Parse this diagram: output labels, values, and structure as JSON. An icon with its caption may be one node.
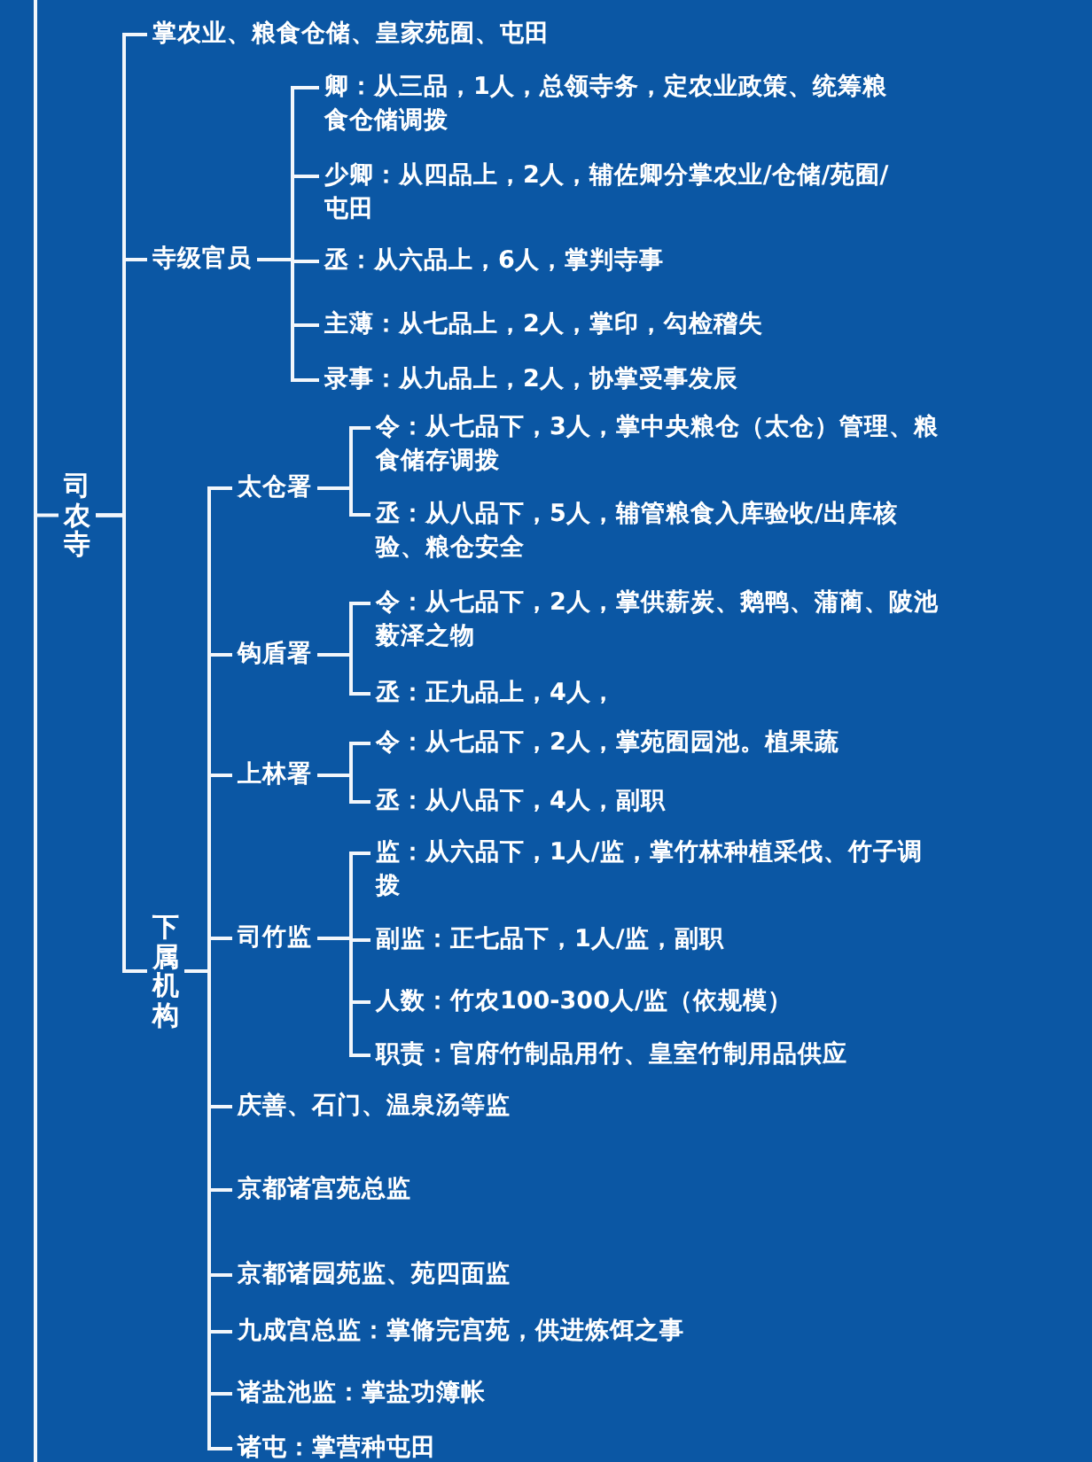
{
  "diagram": {
    "nodes": [
      {
        "text": [
          "司农寺"
        ]
      },
      {
        "text": [
          "掌农业、粮食仓储、皇家苑囿、屯田"
        ]
      },
      {
        "text": [
          "寺级官员"
        ]
      },
      {
        "text": [
          "卿：从三品，1人，总领寺务，定农业政策、统筹粮食仓储调拨"
        ]
      },
      {
        "text": [
          "少卿：从四品上，2人，辅佐卿分掌农业/仓储/苑囿/屯田"
        ]
      },
      {
        "text": [
          "丞：从六品上，6人，掌判寺事"
        ]
      },
      {
        "text": [
          "主薄：从七品上，2人，掌印，勾检稽失"
        ]
      },
      {
        "text": [
          "录事：从九品上，2人，协掌受事发辰"
        ]
      },
      {
        "text": [
          "下属机构"
        ]
      },
      {
        "text": [
          "太仓署"
        ]
      },
      {
        "text": [
          "令：从七品下，3人，掌中央粮仓（太仓）管理、粮食储存调拨"
        ]
      },
      {
        "text": [
          "丞：从八品下，5人，辅管粮食入库验收/出库核验、粮仓安全"
        ]
      },
      {
        "text": [
          "钩盾署"
        ]
      },
      {
        "text": [
          "令：从七品下，2人，掌供薪炭、鹅鸭、蒲蔺、陂池薮泽之物"
        ]
      },
      {
        "text": [
          "丞：正九品上，4人，"
        ]
      },
      {
        "text": [
          "上林署"
        ]
      },
      {
        "text": [
          "令：从七品下，2人，掌苑囿园池。植果蔬"
        ]
      },
      {
        "text": [
          "丞：从八品下，4人，副职"
        ]
      },
      {
        "text": [
          "司竹监"
        ]
      },
      {
        "text": [
          "监：从六品下，1人/监，掌竹林种植采伐、竹子调拨"
        ]
      },
      {
        "text": [
          "副监：正七品下，1人/监，副职"
        ]
      },
      {
        "text": [
          "人数：竹农100-300人/监（依规模）"
        ]
      },
      {
        "text": [
          "职责：官府竹制品用竹、皇室竹制用品供应"
        ]
      },
      {
        "text": [
          "庆善、石门、温泉汤等监"
        ]
      },
      {
        "text": [
          "京都诸宫苑总监"
        ]
      },
      {
        "text": [
          "京都诸园苑监、苑四面监"
        ]
      },
      {
        "text": [
          "九成宫总监：掌脩完宫苑，供进炼饵之事"
        ]
      },
      {
        "text": [
          "诸盐池监：掌盐功簿帐"
        ]
      },
      {
        "text": [
          "诸屯：掌营种屯田"
        ]
      }
    ],
    "edges": [
      {
        "from": null,
        "to": 0,
        "arrow": "none"
      },
      {
        "from": 0,
        "to": 1,
        "arrow": "none"
      },
      {
        "from": 0,
        "to": 2,
        "arrow": "none"
      },
      {
        "from": 0,
        "to": 8,
        "arrow": "none"
      },
      {
        "from": 2,
        "to": 3,
        "arrow": "none"
      },
      {
        "from": 2,
        "to": 4,
        "arrow": "none"
      },
      {
        "from": 2,
        "to": 5,
        "arrow": "none"
      },
      {
        "from": 2,
        "to": 6,
        "arrow": "none"
      },
      {
        "from": 2,
        "to": 7,
        "arrow": "none"
      },
      {
        "from": 8,
        "to": 9,
        "arrow": "none"
      },
      {
        "from": 8,
        "to": 12,
        "arrow": "none"
      },
      {
        "from": 8,
        "to": 15,
        "arrow": "none"
      },
      {
        "from": 8,
        "to": 18,
        "arrow": "none"
      },
      {
        "from": 8,
        "to": 23,
        "arrow": "none"
      },
      {
        "from": 8,
        "to": 24,
        "arrow": "none"
      },
      {
        "from": 8,
        "to": 25,
        "arrow": "none"
      },
      {
        "from": 8,
        "to": 26,
        "arrow": "none"
      },
      {
        "from": 8,
        "to": 27,
        "arrow": "none"
      },
      {
        "from": 8,
        "to": 28,
        "arrow": "none"
      },
      {
        "from": 9,
        "to": 10,
        "arrow": "none"
      },
      {
        "from": 9,
        "to": 11,
        "arrow": "none"
      },
      {
        "from": 12,
        "to": 13,
        "arrow": "none"
      },
      {
        "from": 12,
        "to": 14,
        "arrow": "none"
      },
      {
        "from": 15,
        "to": 16,
        "arrow": "none"
      },
      {
        "from": 15,
        "to": 17,
        "arrow": "none"
      },
      {
        "from": 18,
        "to": 19,
        "arrow": "none"
      },
      {
        "from": 18,
        "to": 20,
        "arrow": "none"
      },
      {
        "from": 18,
        "to": 21,
        "arrow": "none"
      },
      {
        "from": 18,
        "to": 22,
        "arrow": "none"
      }
    ]
  }
}
